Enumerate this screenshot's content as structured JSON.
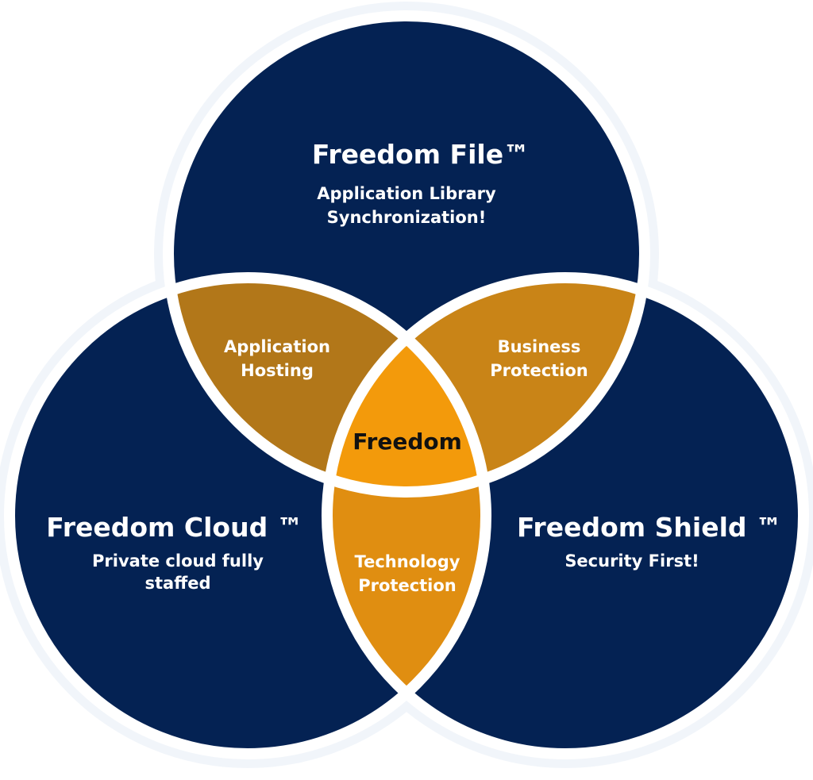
{
  "colors": {
    "circle_fill": "#042253",
    "ring": "#f1f5fa",
    "stroke": "#ffffff",
    "region_left": "#b27719",
    "region_right": "#c98417",
    "region_bottom": "#e08e11",
    "region_center": "#f39a0b",
    "light_text": "#ffffff",
    "dark_text": "#111111"
  },
  "circles": {
    "top": {
      "title": "Freedom File™",
      "subtitle_line1": "Application Library",
      "subtitle_line2": "Synchronization!"
    },
    "left": {
      "title": "Freedom Cloud ™",
      "subtitle_line1": "Private cloud fully",
      "subtitle_line2": "staffed"
    },
    "right": {
      "title": "Freedom Shield ™",
      "subtitle_line1": "Security First!"
    }
  },
  "overlaps": {
    "top_left": {
      "line1": "Application",
      "line2": "Hosting"
    },
    "top_right": {
      "line1": "Business",
      "line2": "Protection"
    },
    "left_right": {
      "line1": "Technology",
      "line2": "Protection"
    },
    "center": {
      "label": "Freedom"
    }
  }
}
